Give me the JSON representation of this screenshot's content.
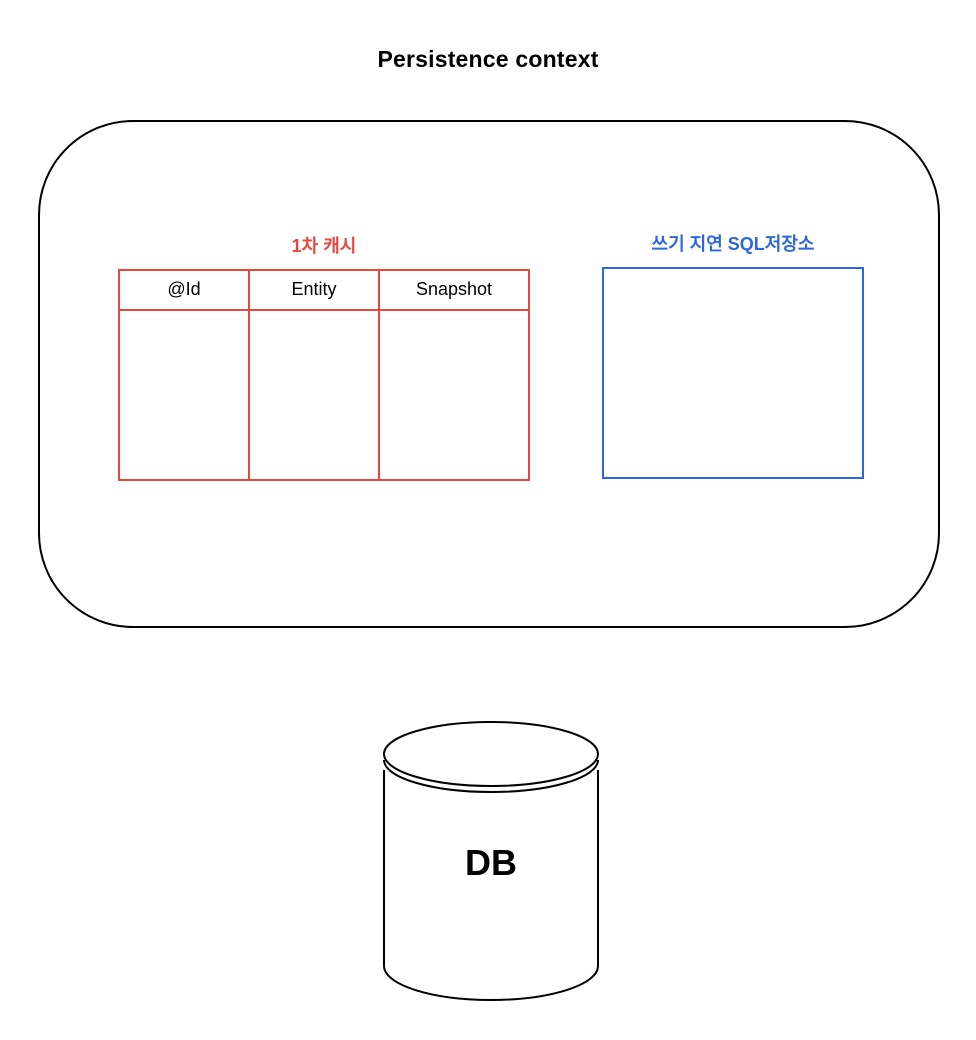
{
  "diagram": {
    "title": "Persistence context",
    "first_level_cache": {
      "label": "1차 캐시",
      "columns": [
        "@Id",
        "Entity",
        "Snapshot"
      ],
      "color": "#e8473c"
    },
    "write_behind_store": {
      "label": "쓰기 지연 SQL저장소",
      "color": "#2f66e0"
    },
    "database": {
      "label": "DB"
    }
  }
}
